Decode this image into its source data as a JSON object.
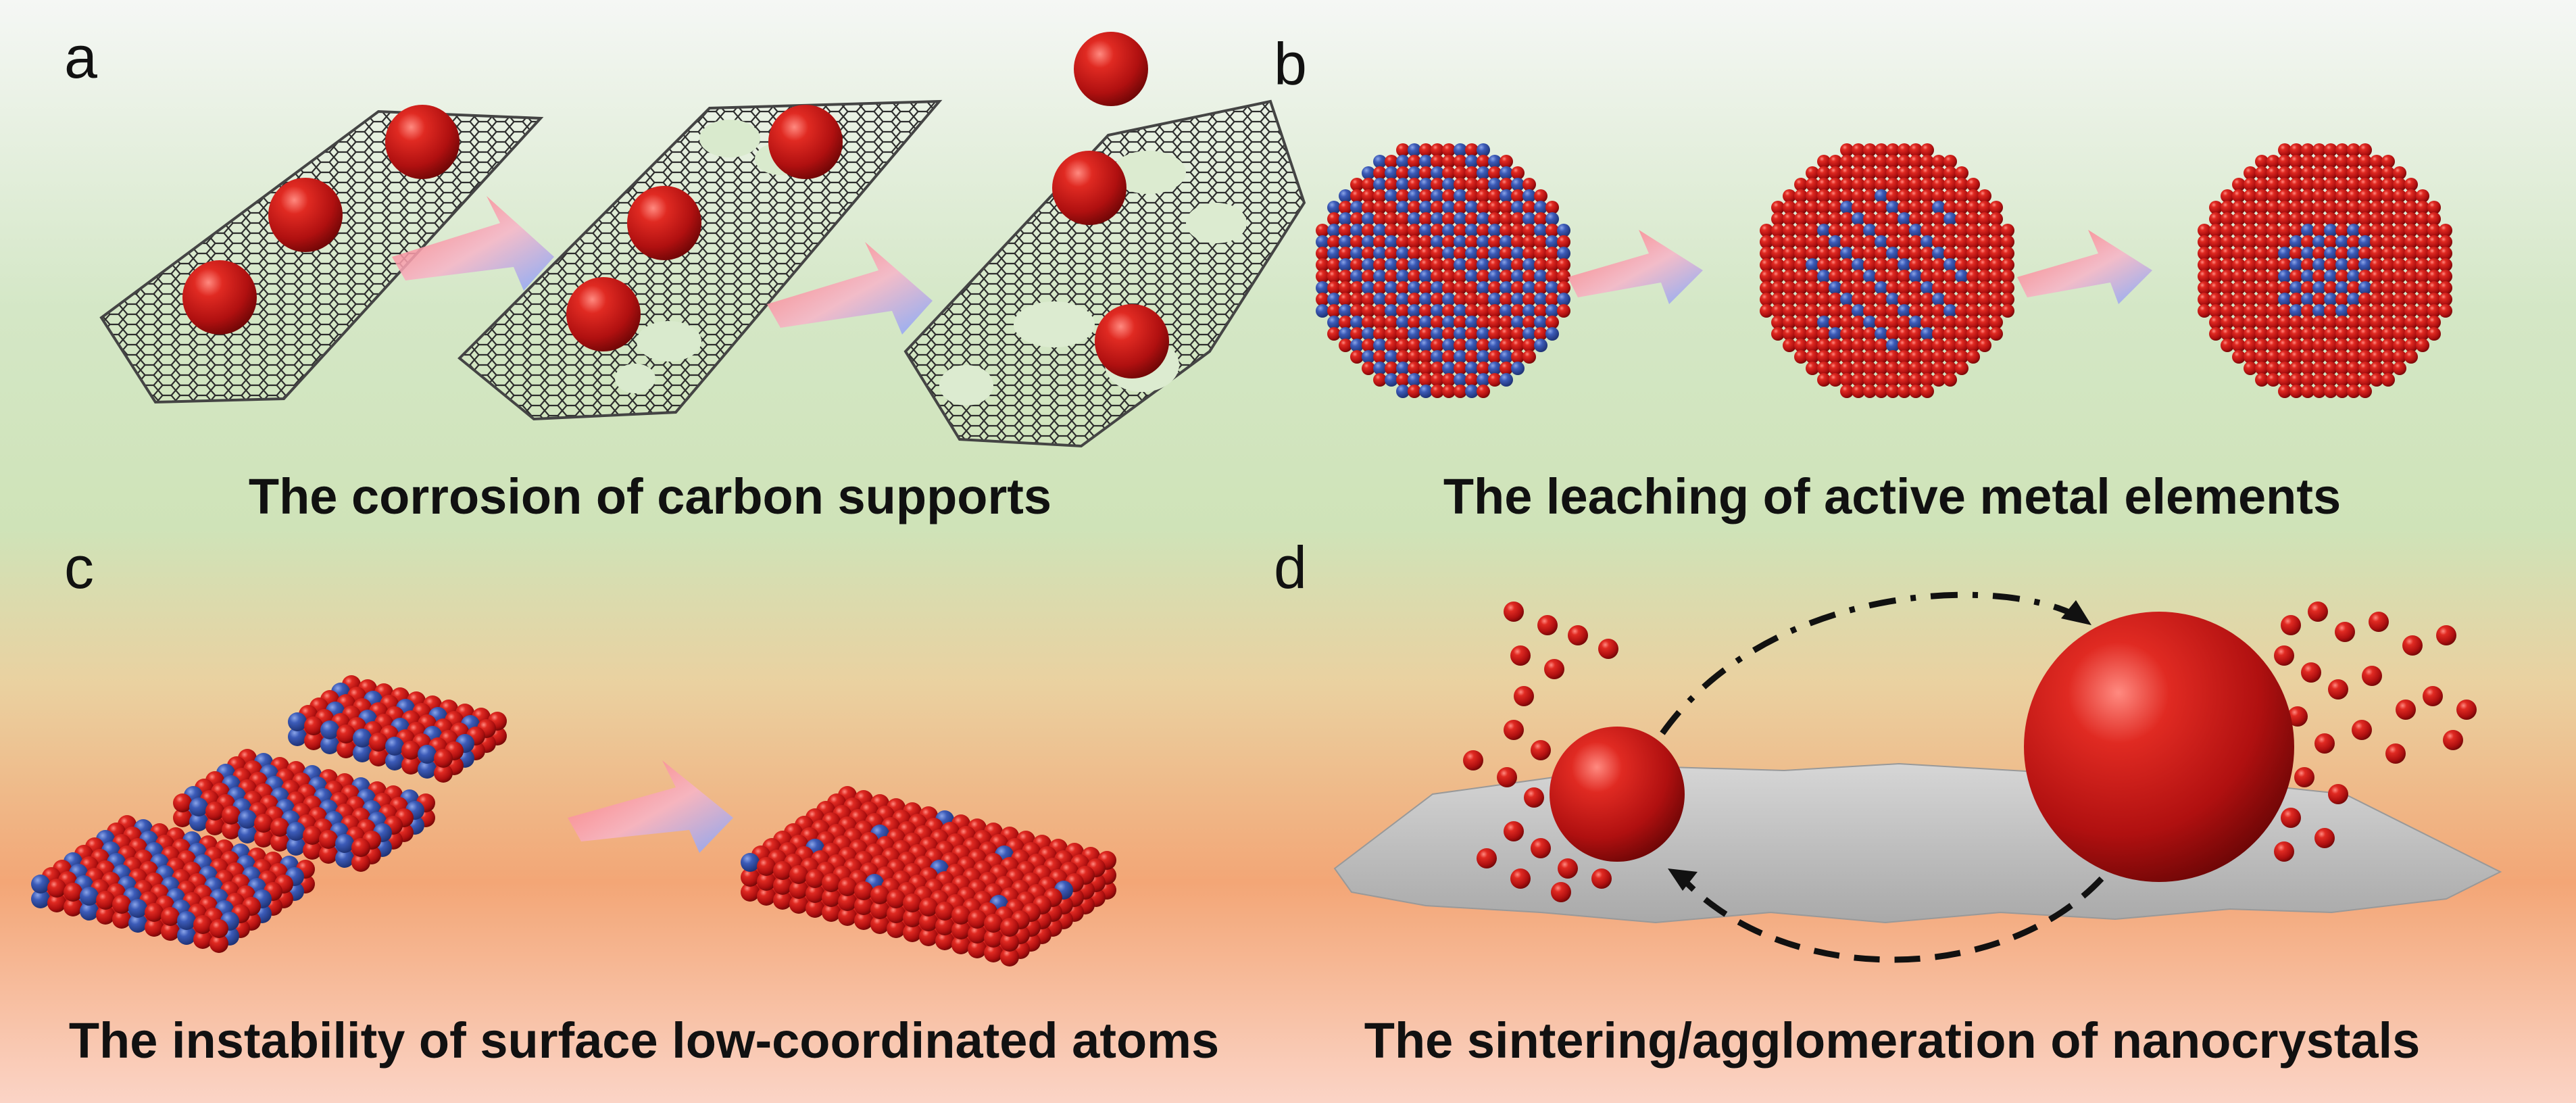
{
  "panels": [
    {
      "letter": "a",
      "caption": "The corrosion of carbon supports"
    },
    {
      "letter": "b",
      "caption": "The leaching of active metal elements"
    },
    {
      "letter": "c",
      "caption": "The instability of surface low-coordinated atoms"
    },
    {
      "letter": "d",
      "caption": "The sintering/agglomeration of nanocrystals"
    }
  ],
  "colors": {
    "metal_red": "#b81414",
    "metal_blue": "#2f4fa8",
    "carbon_lattice": "#3a3a3a",
    "support_gray": "#bdbdbd",
    "bg_top": "#f4f7f4",
    "bg_mid": "#cfe5c0",
    "bg_low": "#f2a877",
    "bg_bottom": "#fad3c4"
  }
}
